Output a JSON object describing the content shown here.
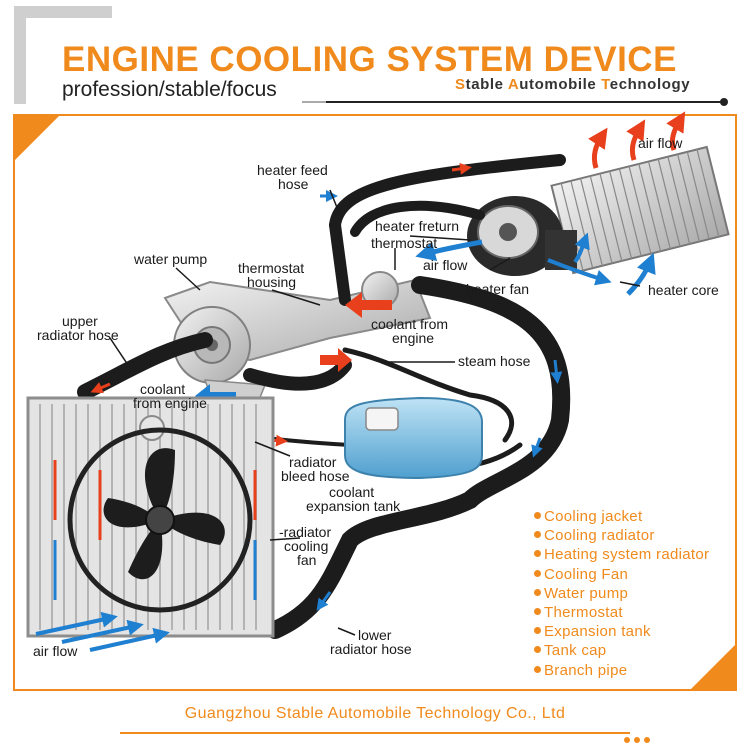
{
  "header": {
    "title": "ENGINE COOLING SYSTEM DEVICE",
    "subtitle": "profession/stable/focus",
    "brand_parts": [
      {
        "text": "S",
        "accent": true
      },
      {
        "text": "table ",
        "accent": false
      },
      {
        "text": "A",
        "accent": true
      },
      {
        "text": "utomobile ",
        "accent": false
      },
      {
        "text": "T",
        "accent": true
      },
      {
        "text": "echnology",
        "accent": false
      }
    ]
  },
  "diagram": {
    "labels": {
      "air_flow_top": "air flow",
      "heater_feed_hose": [
        "heater feed",
        "hose"
      ],
      "heater_return": "heater freturn",
      "thermostat": "thermostat",
      "air_flow_mid": "air flow",
      "heater_fan": "heater fan",
      "heater_core": "heater core",
      "water_pump": "water pump",
      "thermostat_housing": [
        "thermostat",
        "housing"
      ],
      "coolant_from_engine_right": [
        "coolant from",
        "engine"
      ],
      "upper_radiator_hose": [
        "upper",
        "radiator hose"
      ],
      "steam_hose": "steam hose",
      "coolant_from_engine_left": [
        "coolant",
        "from engine"
      ],
      "radiator_bleed_hose": [
        "radiator",
        "bleed hose"
      ],
      "coolant_expansion_tank": [
        "coolant",
        "expansion tank"
      ],
      "radiator_cooling_fan": [
        "-radiator",
        "cooling",
        "fan"
      ],
      "air_flow_bottom": "air flow",
      "lower_radiator_hose": [
        "lower",
        "radiator hose"
      ]
    }
  },
  "legend": {
    "items": [
      "Cooling jacket",
      "Cooling radiator",
      "Heating system radiator",
      "Cooling Fan",
      "Water pump",
      "Thermostat",
      "Expansion tank",
      "Tank cap",
      "Branch pipe"
    ]
  },
  "footer": {
    "company": "Guangzhou Stable Automobile Technology Co., Ltd"
  },
  "colors": {
    "accent": "#f08a1c",
    "hose": "#1c1c1c",
    "flow_hot": "#e8401c",
    "flow_cool": "#1f7fd0",
    "tank": "#7fc2e6"
  }
}
